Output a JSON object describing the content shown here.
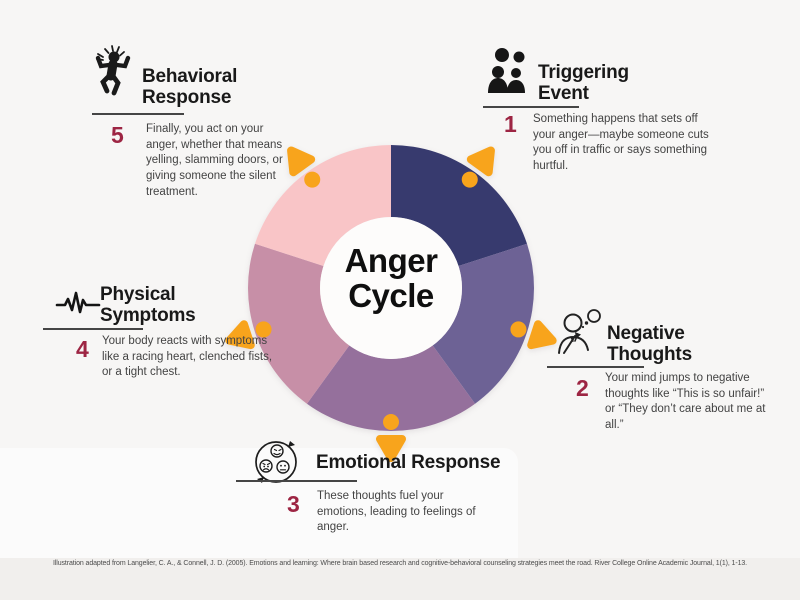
{
  "center": {
    "line1": "Anger",
    "line2": "Cycle"
  },
  "colors": {
    "background": "#f1efed",
    "number_red": "#9d2543",
    "heading_dark": "#191919",
    "body_gray": "#434343",
    "icon_black": "#1a1a1a"
  },
  "donut": {
    "type": "cycle-donut",
    "inner_color": "#fdfcfb",
    "arrow_color": "#f8a41c",
    "segment_value_each": 20,
    "direction": "clockwise",
    "start": "top"
  },
  "steps": [
    {
      "id": "triggering-event",
      "number": "1",
      "title": "Triggering Event",
      "title_lines": [
        "Triggering",
        "Event"
      ],
      "description": "Something happens that sets off your anger—maybe someone cuts you off in traffic or says something hurtful.",
      "icon": "group-of-people-icon",
      "segment_color": "#373a6e"
    },
    {
      "id": "negative-thoughts",
      "number": "2",
      "title": "Negative Thoughts",
      "title_lines": [
        "Negative",
        "Thoughts"
      ],
      "description": "Your mind jumps to negative thoughts like “This is so unfair!” or “They don’t care about me at all.”",
      "icon": "thinking-person-icon",
      "segment_color": "#6d6295"
    },
    {
      "id": "emotional-response",
      "number": "3",
      "title": "Emotional Response",
      "title_lines": [
        "Emotional Response"
      ],
      "description": "These thoughts fuel your emotions, leading to feelings of anger.",
      "icon": "emotions-cycle-icon",
      "segment_color": "#95709c"
    },
    {
      "id": "physical-symptoms",
      "number": "4",
      "title": "Physical Symptoms",
      "title_lines": [
        "Physical",
        "Symptoms"
      ],
      "description": "Your body reacts with symptoms like a racing heart, clenched fists, or a tight chest.",
      "icon": "heartbeat-icon",
      "segment_color": "#c78fa7"
    },
    {
      "id": "behavioral-response",
      "number": "5",
      "title": "Behavioral Response",
      "title_lines": [
        "Behavioral",
        "Response"
      ],
      "description": "Finally, you act on your anger, whether that means yelling, slamming doors, or giving someone the silent treatment.",
      "icon": "angry-person-icon",
      "segment_color": "#f9c5c7"
    }
  ],
  "footer": {
    "citation": "Illustration adapted from Langelier, C. A., & Connell, J. D. (2005). Emotions and learning: Where brain based research and cognitive-behavioral counseling strategies meet the road. River College Online Academic Journal, 1(1), 1-13."
  }
}
